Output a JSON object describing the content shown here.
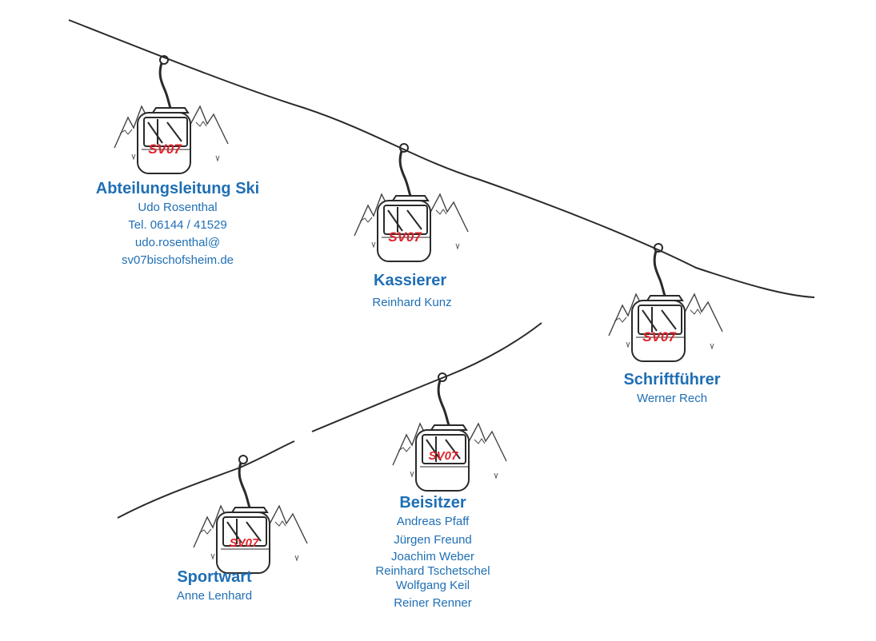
{
  "colors": {
    "text": "#1f6fb5",
    "label": "#e0242b",
    "ink": "#2a2a2a"
  },
  "gondola_label": "SV07",
  "members": [
    {
      "role": "Abteilungsleitung Ski",
      "names": [
        "Udo Rosenthal",
        "Tel. 06144 / 41529",
        "udo.rosenthal@",
        "sv07bischofsheim.de"
      ]
    },
    {
      "role": "Kassierer",
      "names": [
        "Reinhard Kunz"
      ]
    },
    {
      "role": "Schriftführer",
      "names": [
        "Werner Rech"
      ]
    },
    {
      "role": "Beisitzer",
      "names": [
        "Andreas Pfaff",
        "Jürgen Freund",
        "Joachim Weber",
        "Reinhard Tschetschel",
        "Wolfgang Keil",
        "Reiner Renner"
      ]
    },
    {
      "role": "Sportwart",
      "names": [
        "Anne Lenhard"
      ]
    }
  ]
}
